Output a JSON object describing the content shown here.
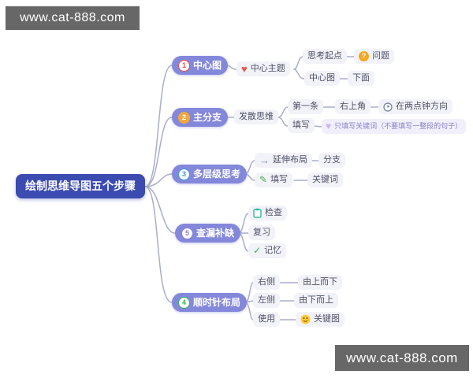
{
  "watermark": {
    "text": "www.cat-888.com"
  },
  "root": {
    "label": "绘制思维导图五个步骤"
  },
  "icons": {
    "heart": "♥",
    "purple_heart": "♥",
    "question": "?",
    "arrow": "→",
    "pencil": "✎",
    "check": "✓"
  },
  "colors": {
    "root_bg": "#3c4bb0",
    "branch_bg": "#8488da",
    "pill_bg": "#f2f3f9",
    "line": "#a9aecb",
    "watermark_bg": "#676767",
    "num1": "#e8504c",
    "num2": "#f3a73c",
    "num3": "#3a9bdc",
    "num4": "#35b558",
    "num5": "#8a80d8"
  },
  "branches": [
    {
      "num": "1",
      "label": "中心图",
      "children": [
        {
          "icon": "heart-icon",
          "label": "中心主题",
          "children": [
            {
              "label": "思考起点",
              "children": [
                {
                  "icon": "question-icon",
                  "label": "问题"
                }
              ]
            },
            {
              "label": "中心图",
              "children": [
                {
                  "label": "下面"
                }
              ]
            }
          ]
        }
      ]
    },
    {
      "num": "2",
      "label": "主分支",
      "children": [
        {
          "label": "发散思维",
          "children": [
            {
              "label": "第一条",
              "children": [
                {
                  "label": "右上角",
                  "children": [
                    {
                      "icon": "clock-icon",
                      "label": "在两点钟方向"
                    }
                  ]
                }
              ]
            },
            {
              "label": "填写",
              "children": [
                {
                  "icon": "purple-heart-icon",
                  "label": "只填写关键词（不要填写一整段的句子）"
                }
              ]
            }
          ]
        }
      ]
    },
    {
      "num": "3",
      "label": "多层级思考",
      "children": [
        {
          "icon": "arrow-icon",
          "label": "延伸布局",
          "children": [
            {
              "label": "分支"
            }
          ]
        },
        {
          "icon": "pencil-icon",
          "label": "填写",
          "children": [
            {
              "label": "关键词"
            }
          ]
        }
      ]
    },
    {
      "num": "5",
      "label": "查漏补缺",
      "children": [
        {
          "icon": "clipboard-icon",
          "label": "检查"
        },
        {
          "label": "复习"
        },
        {
          "icon": "check-icon",
          "label": "记忆"
        }
      ]
    },
    {
      "num": "4",
      "label": "顺时针布局",
      "children": [
        {
          "label": "右侧",
          "children": [
            {
              "label": "由上而下"
            }
          ]
        },
        {
          "label": "左侧",
          "children": [
            {
              "label": "由下而上"
            }
          ]
        },
        {
          "label": "使用",
          "children": [
            {
              "icon": "smiley-icon",
              "label": "关键图"
            }
          ]
        }
      ]
    }
  ]
}
